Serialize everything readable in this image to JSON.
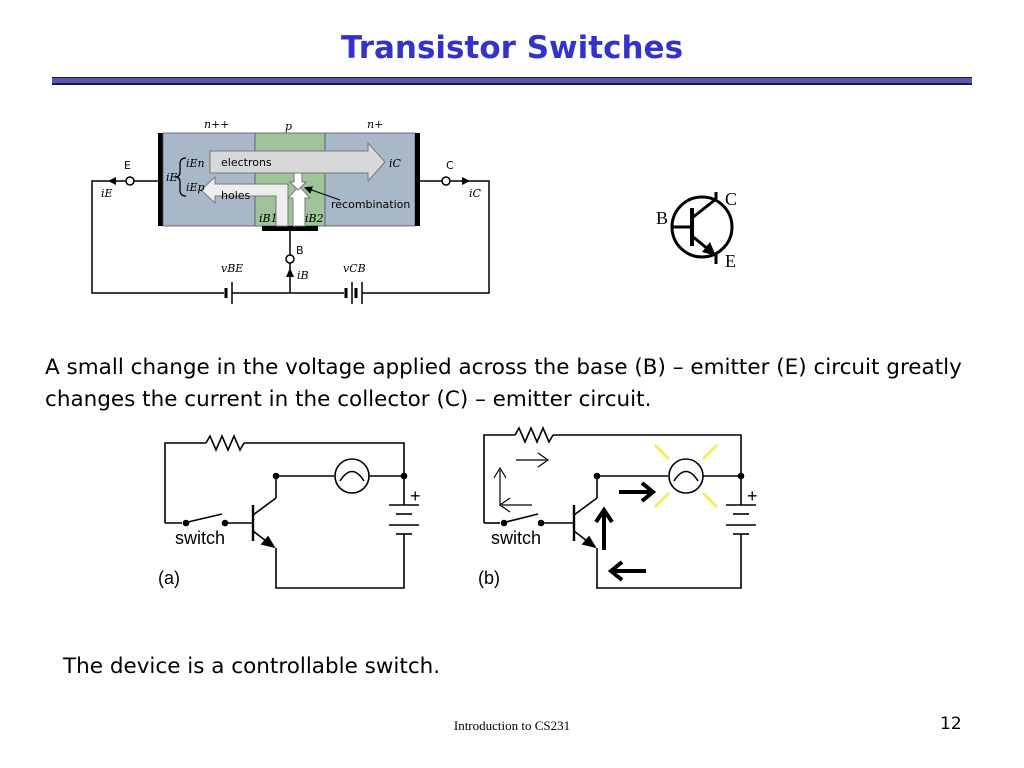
{
  "slide": {
    "title": "Transistor Switches",
    "body": "A small change in the voltage applied across the base (B) – emitter (E) circuit  greatly changes the current in the collector (C) – emitter circuit.",
    "note": "The device is a controllable switch.",
    "footer": "Introduction to CS231",
    "page_number": "12"
  },
  "npn_diagram": {
    "region_labels": [
      "n++",
      "p",
      "n+"
    ],
    "terminals": {
      "emitter": "E",
      "collector": "C",
      "base": "B"
    },
    "carriers": {
      "electrons": "electrons",
      "holes": "holes",
      "recombination": "recombination"
    },
    "currents": {
      "iEn": "iEn",
      "iE": "iE",
      "iEp": "iEp",
      "iC": "iC",
      "iB1": "iB1",
      "iB2": "iB2",
      "iB": "iB"
    },
    "voltages": {
      "vBE": "vBE",
      "vCB": "vCB"
    },
    "colors": {
      "n_region": "#a9b8c8",
      "p_region": "#9fc49a"
    }
  },
  "symbol": {
    "collector": "C",
    "base": "B",
    "emitter": "E"
  },
  "circuits": {
    "a": {
      "switch_label": "switch",
      "caption": "(a)",
      "plus": "+"
    },
    "b": {
      "switch_label": "switch",
      "caption": "(b)",
      "plus": "+",
      "lamp_glow_color": "#f5ee58"
    }
  }
}
